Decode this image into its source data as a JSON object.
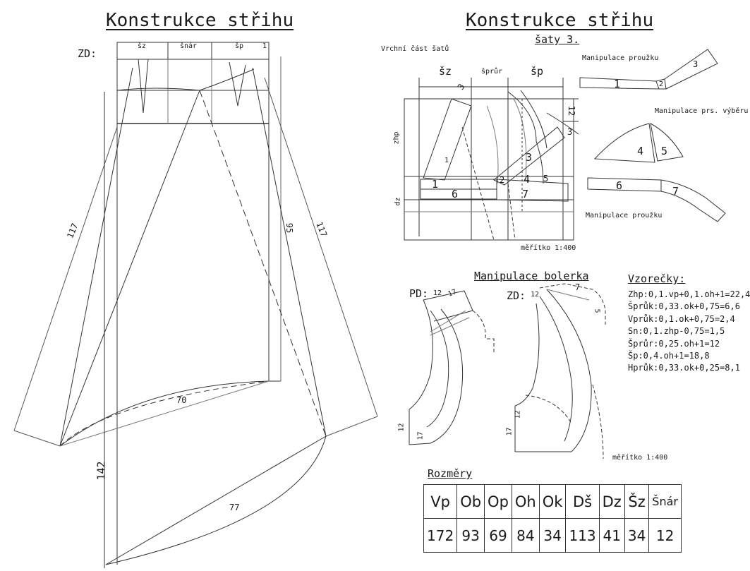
{
  "left_panel": {
    "title": "Konstrukce střihu",
    "zd_label": "ZD:",
    "top_segments": [
      "šz",
      "šnár",
      "šp",
      "1"
    ],
    "dims": {
      "d117_left": "117",
      "d117_right": "117",
      "d95": "95",
      "d70": "70",
      "d142": "142",
      "d77": "77"
    }
  },
  "right_panel": {
    "title": "Konstrukce střihu",
    "subtitle": "šaty 3.",
    "upper_label": "Vrchní část šatů",
    "bodice": {
      "col_labels": [
        "šz",
        "šprůr",
        "šp"
      ],
      "side_labels": [
        "zhp",
        "dz"
      ],
      "nums": [
        "1",
        "2",
        "3",
        "4",
        "5",
        "6",
        "7",
        "3",
        "12",
        "1",
        "3"
      ],
      "scale": "měřítko 1:400"
    },
    "manip_strap_top": "Manipulace proužku",
    "manip_bust": "Manipulace prs. výběru",
    "manip_strap_bottom": "Manipulace proužku",
    "strap_nums": [
      "1",
      "2",
      "3",
      "4",
      "5",
      "6",
      "7"
    ],
    "bolero": {
      "title": "Manipulace bolerka",
      "pd": "PD:",
      "zd": "ZD:",
      "nums": [
        "12",
        "17",
        "12",
        "7",
        "5",
        "12",
        "17",
        "12",
        "17"
      ],
      "scale": "měřítko 1:400"
    },
    "formulas": {
      "title": "Vzorečky:",
      "lines": [
        "Zhp:0,1.vp+0,1.oh+1=22,4",
        "Šprůk:0,33.ok+0,75=6,6",
        "Vprůk:0,1.ok+0,75=2,4",
        "Sn:0,1.zhp-0,75=1,5",
        "Šprůr:0,25.oh+1=12",
        "Šp:0,4.oh+1=18,8",
        "Hprůk:0,33.ok+0,25=8,1"
      ]
    },
    "sizes": {
      "title": "Rozměry",
      "headers": [
        "Vp",
        "Ob",
        "Op",
        "Oh",
        "Ok",
        "Dš",
        "Dz",
        "Šz",
        "Šnár"
      ],
      "values": [
        "172",
        "93",
        "69",
        "84",
        "34",
        "113",
        "41",
        "34",
        "12"
      ]
    }
  }
}
